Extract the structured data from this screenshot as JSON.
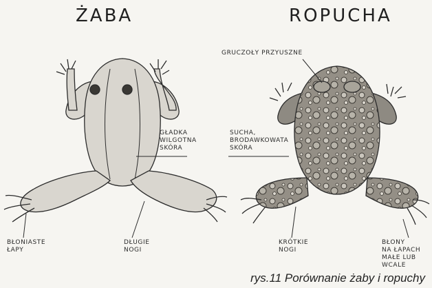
{
  "titles": {
    "left": "ŻABA",
    "right": "ROPUCHA"
  },
  "labels": {
    "frog_skin": "GŁADKA\nWILGOTNA\nSKÓRA",
    "frog_webbed": "BŁONIASTE\nŁAPY",
    "frog_legs": "DŁUGIE\nNOGI",
    "toad_glands": "GRUCZOŁY PRZYUSZNE",
    "toad_skin": "SUCHA,\nBRODAWKOWATA\nSKÓRA",
    "toad_legs": "KRÓTKIE\nNOGI",
    "toad_webbing": "BŁONY\nNA ŁAPACH\nMAŁE LUB WCALE"
  },
  "caption": "rys.11 Porównanie żaby i ropuchy",
  "colors": {
    "background": "#f6f5f1",
    "ink": "#2b2b2b",
    "frog_skin": "#d9d6cf",
    "toad_skin": "#8e8a82"
  }
}
